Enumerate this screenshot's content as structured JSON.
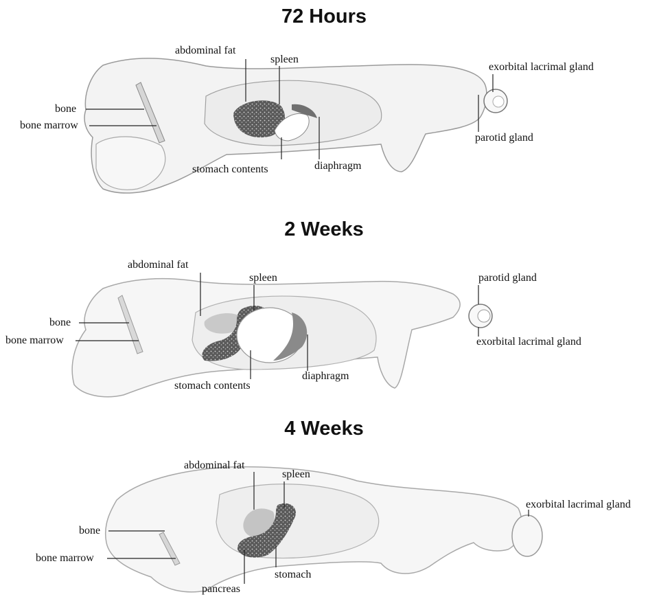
{
  "panels": [
    {
      "title": "72 Hours",
      "labels": {
        "abdominal_fat": "abdominal fat",
        "spleen": "spleen",
        "bone": "bone",
        "bone_marrow": "bone marrow",
        "stomach_contents": "stomach  contents",
        "diaphragm": "diaphragm",
        "exorbital_lacrimal_gland": "exorbital lacrimal gland",
        "parotid_gland": "parotid gland"
      }
    },
    {
      "title": "2 Weeks",
      "labels": {
        "abdominal_fat": "abdominal fat",
        "spleen": "spleen",
        "parotid_gland": "parotid gland",
        "bone": "bone",
        "bone_marrow": "bone marrow",
        "exorbital_lacrimal_gland": "exorbital lacrimal gland",
        "stomach_contents": "stomach  contents",
        "diaphragm": "diaphragm"
      }
    },
    {
      "title": "4 Weeks",
      "labels": {
        "abdominal_fat": "abdominal fat",
        "spleen": "spleen",
        "exorbital_lacrimal_gland": "exorbital lacrimal gland",
        "bone": "bone",
        "bone_marrow": "bone marrow",
        "stomach": "stomach",
        "pancreas": "pancreas"
      }
    }
  ],
  "colors": {
    "tissue_outline": "#9a9a9a",
    "tissue_fill": "#f2f2f2",
    "spleen_signal": "#6f6f6f",
    "organ_dark": "#555555",
    "leader_line": "#222222"
  }
}
